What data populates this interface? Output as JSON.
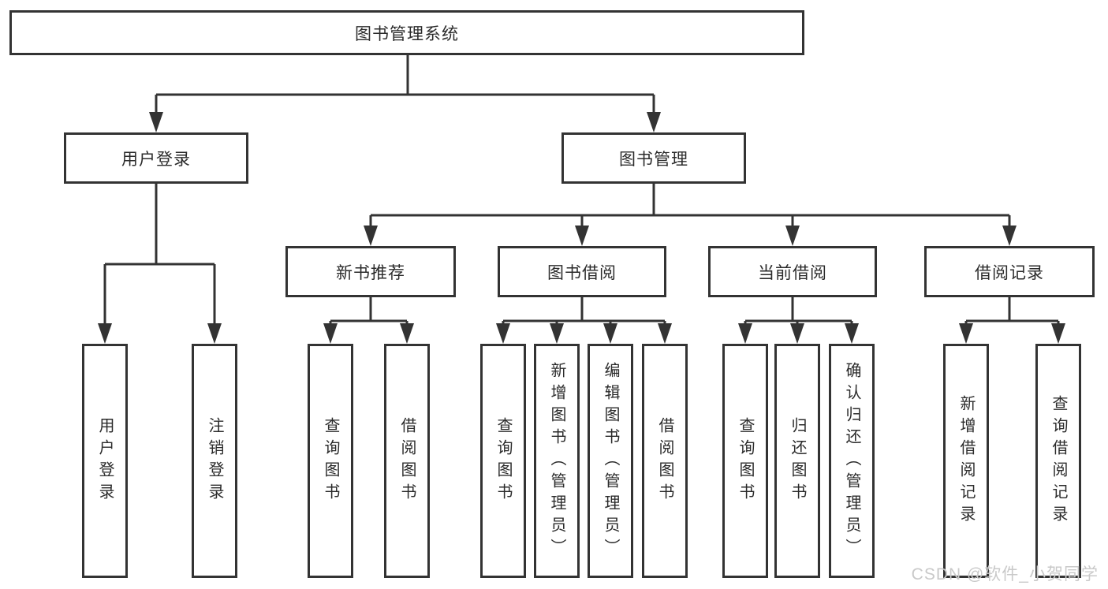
{
  "tree": {
    "label": "图书管理系统",
    "children": [
      {
        "label": "用户登录",
        "children": [
          {
            "label": "用户登录"
          },
          {
            "label": "注销登录"
          }
        ]
      },
      {
        "label": "图书管理",
        "children": [
          {
            "label": "新书推荐",
            "children": [
              {
                "label": "查询图书"
              },
              {
                "label": "借阅图书"
              }
            ]
          },
          {
            "label": "图书借阅",
            "children": [
              {
                "label": "查询图书"
              },
              {
                "label": "新增图书（管理员）"
              },
              {
                "label": "编辑图书（管理员）"
              },
              {
                "label": "借阅图书"
              }
            ]
          },
          {
            "label": "当前借阅",
            "children": [
              {
                "label": "查询图书"
              },
              {
                "label": "归还图书"
              },
              {
                "label": "确认归还（管理员）"
              }
            ]
          },
          {
            "label": "借阅记录",
            "children": [
              {
                "label": "新增借阅记录"
              },
              {
                "label": "查询借阅记录"
              }
            ]
          }
        ]
      }
    ]
  },
  "watermark": {
    "text": "CSDN @软件_小贺同学"
  },
  "colors": {
    "line": "#333333",
    "box_border": "#333333",
    "text": "#2b2b2b",
    "watermark": "#c9c9c9",
    "background": "#ffffff"
  }
}
